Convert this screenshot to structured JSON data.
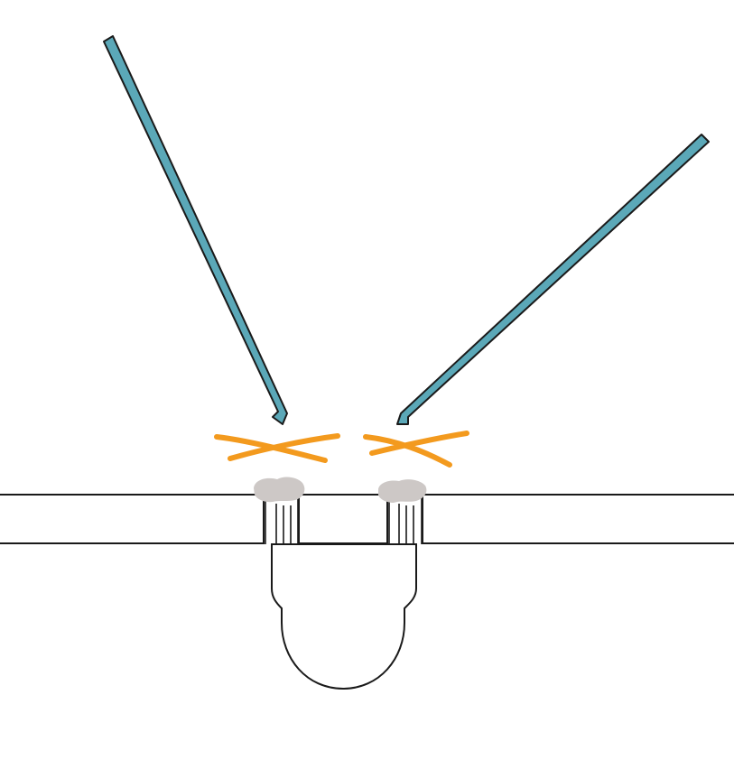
{
  "diagram": {
    "description_text": "",
    "colors": {
      "background": "#ffffff",
      "outline": "#1a1a1a",
      "probe_fill": "#5ba8b8",
      "spark": "#f39a1e",
      "solder_blob": "#cdc8c6",
      "wire_lead": "#1a1a1a"
    },
    "elements": {
      "left_probe": "probe-left",
      "right_probe": "probe-right",
      "left_spark": "spark-left",
      "right_spark": "spark-right",
      "board": "circuit-board",
      "component": "component-body",
      "left_joint": "solder-joint-left",
      "right_joint": "solder-joint-right"
    }
  }
}
